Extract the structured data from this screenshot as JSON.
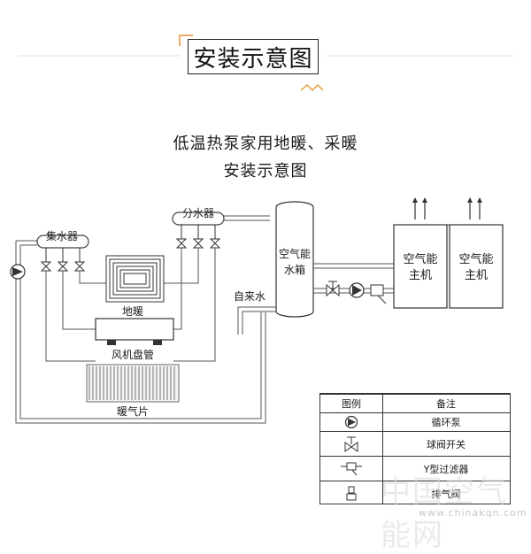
{
  "header": {
    "title": "安装示意图",
    "accent_color": "#e8922e"
  },
  "subtitle": {
    "line1": "低温热泵家用地暖、采暖",
    "line2": "安装示意图"
  },
  "labels": {
    "collector": "集水器",
    "distributor": "分水器",
    "floor_heating": "地暖",
    "fan_coil": "风机盘管",
    "radiator": "暖气片",
    "tap_water": "自来水",
    "tank_line1": "空气能",
    "tank_line2": "水箱",
    "unit1_line1": "空气能",
    "unit1_line2": "主机",
    "unit2_line1": "空气能",
    "unit2_line2": "主机"
  },
  "legend": {
    "header_icon": "图例",
    "header_note": "备注",
    "rows": [
      {
        "icon": "circulation-pump-icon",
        "note": "循环泵"
      },
      {
        "icon": "ball-valve-icon",
        "note": "球阀开关"
      },
      {
        "icon": "y-filter-icon",
        "note": "Y型过滤器"
      },
      {
        "icon": "air-vent-valve-icon",
        "note": "排气阀"
      }
    ]
  },
  "watermark": {
    "text": "中国空气能网",
    "url": "www.chinakqn.com"
  }
}
